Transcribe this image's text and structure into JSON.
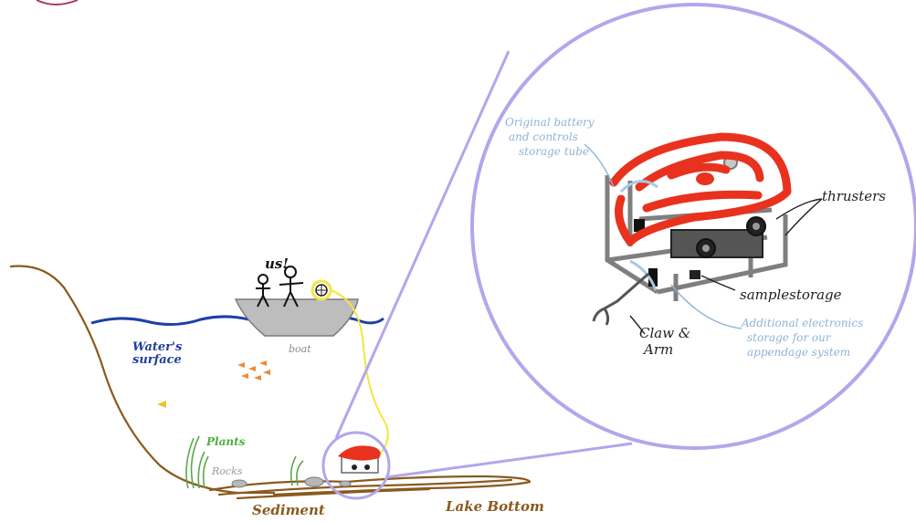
{
  "labels": {
    "us": "us!",
    "boat": "boat",
    "water_surface_line1": "Water's",
    "water_surface_line2": "surface",
    "plants": "Plants",
    "rocks": "Rocks",
    "sediment": "Sediment",
    "lake_bottom": "Lake Bottom",
    "battery_line1": "Original battery",
    "battery_line2": "and controls",
    "battery_line3": "storage tube",
    "thrusters": "thrusters",
    "sample_storage": "samplestorage",
    "claw_line1": "Claw &",
    "claw_line2": "Arm",
    "electronics_line1": "Additional electronics",
    "electronics_line2": "storage for our",
    "electronics_line3": "appendage system"
  },
  "colors": {
    "water": "#1c3fa8",
    "terrain": "#8a5a1e",
    "zoom_circle": "#b3a6ec",
    "tether": "#f2e641",
    "robot_red": "#e8321e",
    "boat": "#9a9a9a",
    "plants": "#5aa84a",
    "fish_orange": "#f08a34",
    "fish_yellow": "#f0c030"
  }
}
